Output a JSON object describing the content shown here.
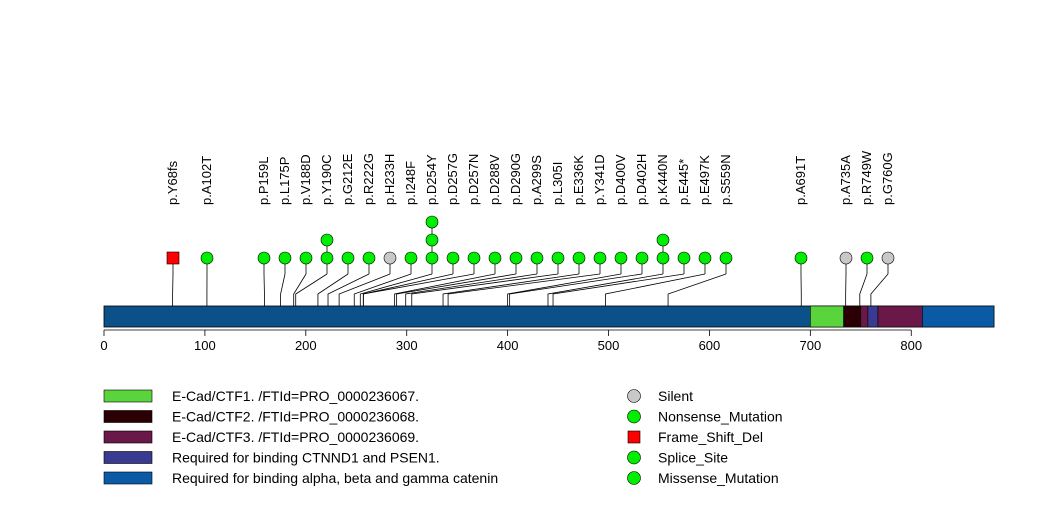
{
  "chart_data": {
    "type": "lollipop",
    "protein_length": 882,
    "x_ticks": [
      0,
      100,
      200,
      300,
      400,
      500,
      600,
      700,
      800
    ],
    "backbone_color": "#0b5088",
    "domains": [
      {
        "start": 700,
        "end": 733,
        "color": "#5ad43c",
        "label": "E-Cad/CTF1. /FTId=PRO_0000236067."
      },
      {
        "start": 733,
        "end": 750,
        "color": "#2a0005",
        "label": "E-Cad/CTF2. /FTId=PRO_0000236068."
      },
      {
        "start": 750,
        "end": 757,
        "color": "#6a1848",
        "label": "E-Cad/CTF3. /FTId=PRO_0000236069."
      },
      {
        "start": 757,
        "end": 767,
        "color": "#3a3a90",
        "label": "Required for binding CTNND1 and PSEN1."
      },
      {
        "start": 767,
        "end": 811,
        "color": "#6a1848",
        "label": ""
      },
      {
        "start": 811,
        "end": 882,
        "color": "#0b5aa6",
        "label": "Required for binding alpha, beta and gamma catenin"
      }
    ],
    "domain_legend": [
      {
        "label": "E-Cad/CTF1. /FTId=PRO_0000236067.",
        "color": "#5ad43c"
      },
      {
        "label": "E-Cad/CTF2. /FTId=PRO_0000236068.",
        "color": "#2a0005"
      },
      {
        "label": "E-Cad/CTF3. /FTId=PRO_0000236069.",
        "color": "#6a1848"
      },
      {
        "label": "Required for binding CTNND1 and PSEN1.",
        "color": "#3a3a90"
      },
      {
        "label": "Required for binding alpha, beta and gamma catenin",
        "color": "#0b5aa6"
      }
    ],
    "type_legend": [
      {
        "label": "Silent",
        "shape": "circle",
        "color": "#c8c8c8"
      },
      {
        "label": "Nonsense_Mutation",
        "shape": "circle",
        "color": "#00ee00"
      },
      {
        "label": "Frame_Shift_Del",
        "shape": "square",
        "color": "#ff0000"
      },
      {
        "label": "Splice_Site",
        "shape": "circle",
        "color": "#00ee00"
      },
      {
        "label": "Missense_Mutation",
        "shape": "circle",
        "color": "#00ee00"
      }
    ],
    "mutations": [
      {
        "label": "p.Y68fs",
        "pos": 68,
        "count": 1,
        "type": "Frame_Shift_Del"
      },
      {
        "label": "p.A102T",
        "pos": 102,
        "count": 1,
        "type": "Missense_Mutation"
      },
      {
        "label": "p.P159L",
        "pos": 159,
        "count": 1,
        "type": "Missense_Mutation"
      },
      {
        "label": "p.L175P",
        "pos": 175,
        "count": 1,
        "type": "Missense_Mutation"
      },
      {
        "label": "p.V188D",
        "pos": 188,
        "count": 1,
        "type": "Missense_Mutation"
      },
      {
        "label": "p.Y190C",
        "pos": 190,
        "count": 2,
        "type": "Missense_Mutation"
      },
      {
        "label": "p.G212E",
        "pos": 212,
        "count": 1,
        "type": "Missense_Mutation"
      },
      {
        "label": "p.R222G",
        "pos": 222,
        "count": 1,
        "type": "Missense_Mutation"
      },
      {
        "label": "p.H233H",
        "pos": 233,
        "count": 1,
        "type": "Silent"
      },
      {
        "label": "p.I248F",
        "pos": 248,
        "count": 1,
        "type": "Missense_Mutation"
      },
      {
        "label": "p.D254Y",
        "pos": 254,
        "count": 3,
        "type": "Missense_Mutation"
      },
      {
        "label": "p.D257G",
        "pos": 257,
        "count": 1,
        "type": "Missense_Mutation"
      },
      {
        "label": "p.D257N",
        "pos": 257,
        "count": 1,
        "type": "Missense_Mutation"
      },
      {
        "label": "p.D288V",
        "pos": 288,
        "count": 1,
        "type": "Missense_Mutation"
      },
      {
        "label": "p.D290G",
        "pos": 290,
        "count": 1,
        "type": "Missense_Mutation"
      },
      {
        "label": "p.A299S",
        "pos": 299,
        "count": 1,
        "type": "Missense_Mutation"
      },
      {
        "label": "p.L305I",
        "pos": 305,
        "count": 1,
        "type": "Missense_Mutation"
      },
      {
        "label": "p.E336K",
        "pos": 336,
        "count": 1,
        "type": "Missense_Mutation"
      },
      {
        "label": "p.Y341D",
        "pos": 341,
        "count": 1,
        "type": "Missense_Mutation"
      },
      {
        "label": "p.D400V",
        "pos": 400,
        "count": 1,
        "type": "Missense_Mutation"
      },
      {
        "label": "p.D402H",
        "pos": 402,
        "count": 1,
        "type": "Missense_Mutation"
      },
      {
        "label": "p.K440N",
        "pos": 440,
        "count": 2,
        "type": "Missense_Mutation"
      },
      {
        "label": "p.E445*",
        "pos": 445,
        "count": 1,
        "type": "Nonsense_Mutation"
      },
      {
        "label": "p.E497K",
        "pos": 497,
        "count": 1,
        "type": "Missense_Mutation"
      },
      {
        "label": "p.S559N",
        "pos": 559,
        "count": 1,
        "type": "Missense_Mutation"
      },
      {
        "label": "p.A691T",
        "pos": 691,
        "count": 1,
        "type": "Missense_Mutation"
      },
      {
        "label": "p.A735A",
        "pos": 735,
        "count": 1,
        "type": "Silent"
      },
      {
        "label": "p.R749W",
        "pos": 749,
        "count": 1,
        "type": "Missense_Mutation"
      },
      {
        "label": "p.G760G",
        "pos": 760,
        "count": 1,
        "type": "Silent"
      }
    ]
  }
}
